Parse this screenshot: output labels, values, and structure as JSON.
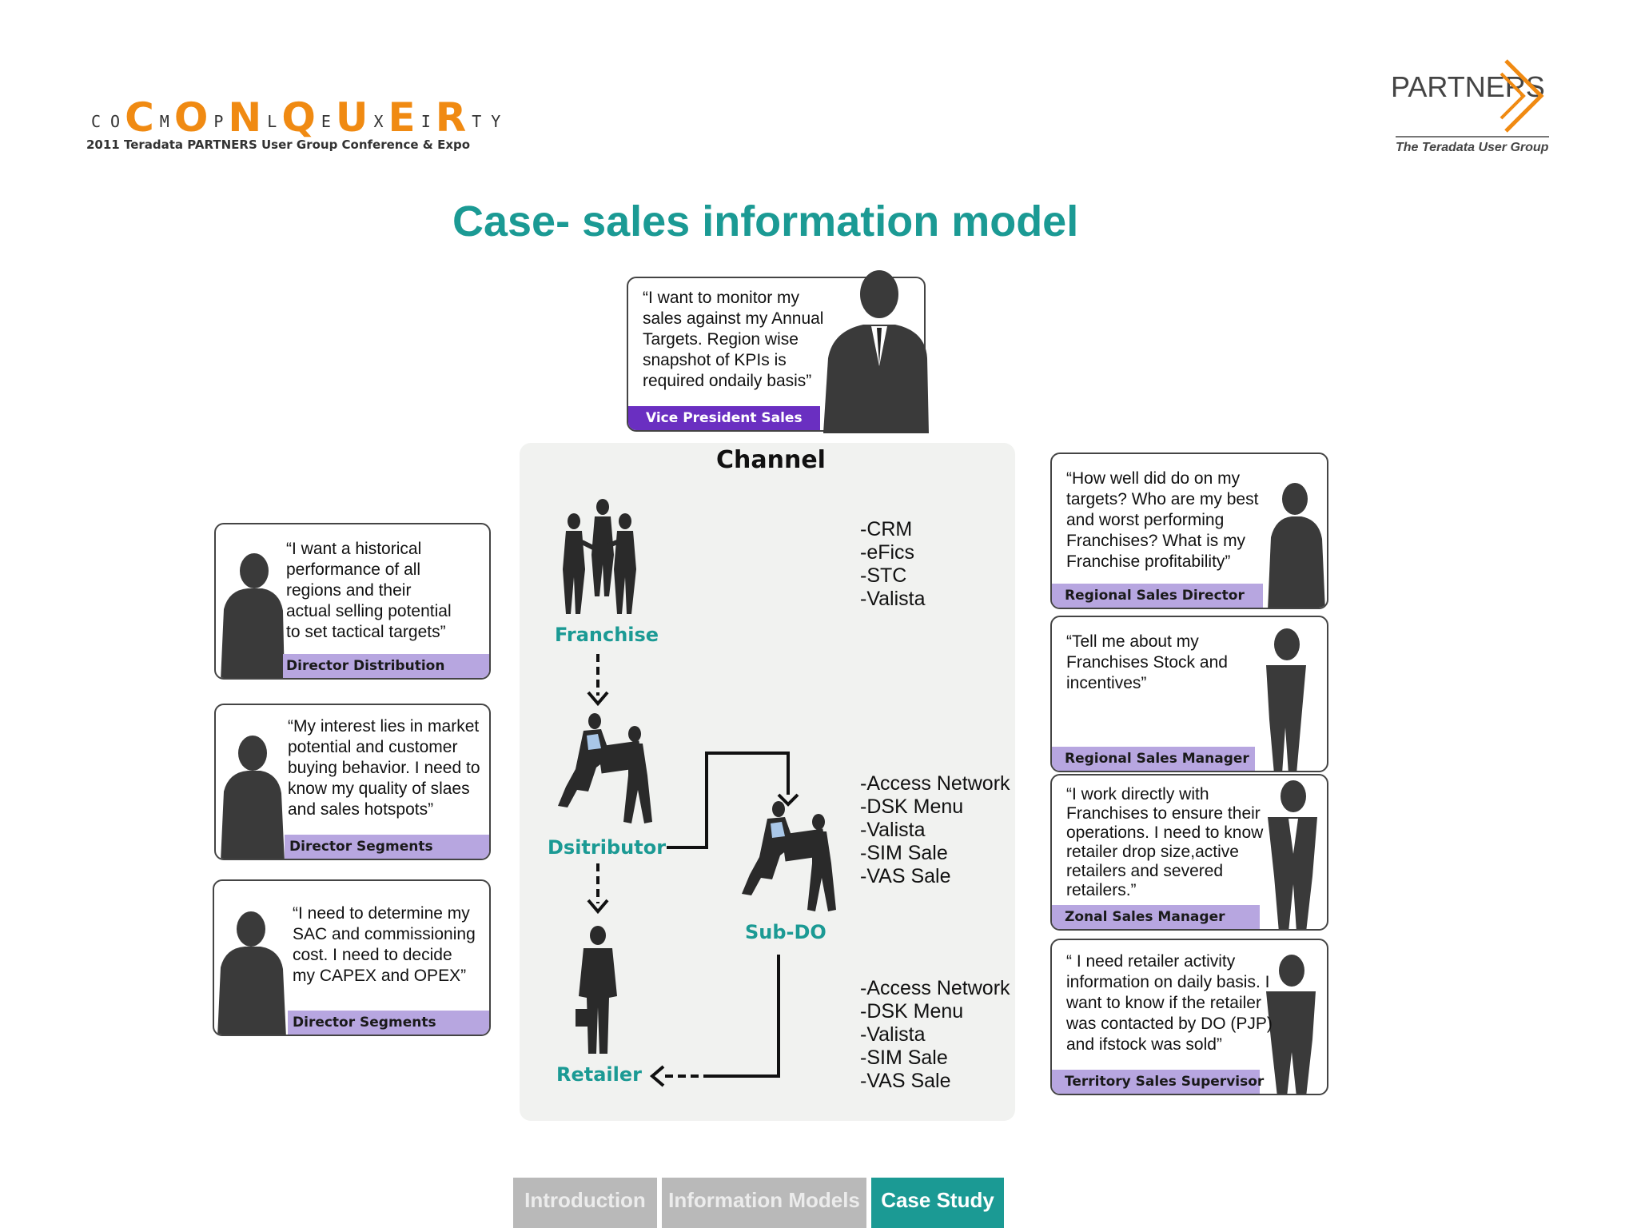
{
  "header": {
    "conquer_letters": [
      {
        "t": "C",
        "big": false
      },
      {
        "t": "O",
        "big": false
      },
      {
        "t": "C",
        "big": true
      },
      {
        "t": "M",
        "big": false
      },
      {
        "t": "O",
        "big": true
      },
      {
        "t": "P",
        "big": false
      },
      {
        "t": "N",
        "big": true
      },
      {
        "t": "L",
        "big": false
      },
      {
        "t": "Q",
        "big": true
      },
      {
        "t": "E",
        "big": false
      },
      {
        "t": "U",
        "big": true
      },
      {
        "t": "X",
        "big": false
      },
      {
        "t": "E",
        "big": true
      },
      {
        "t": "I",
        "big": false
      },
      {
        "t": "R",
        "big": true
      },
      {
        "t": "T",
        "big": false
      },
      {
        "t": "Y",
        "big": false
      }
    ],
    "conquer_subtitle": "2011 Teradata PARTNERS User Group Conference & Expo",
    "partners_name": "PARTNERS",
    "partners_tagline": "The Teradata User Group"
  },
  "title": "Case- sales information model",
  "cards": {
    "vp": {
      "quote": "“I want to monitor my\nsales against my Annual\nTargets. Region wise\nsnapshot of KPIs is\nrequired ondaily basis”",
      "role": "Vice President Sales"
    },
    "dir_dist": {
      "quote": "“I want a historical\nperformance of all\nregions and their\nactual selling potential\nto set tactical targets”",
      "role": "Director Distribution"
    },
    "dir_seg1": {
      "quote": "“My interest lies in market\npotential and customer\nbuying behavior. I need to\nknow my quality of slaes\nand sales hotspots”",
      "role": "Director Segments"
    },
    "dir_seg2": {
      "quote": "“I need to determine my\nSAC and commissioning\ncost. I need to decide\nmy CAPEX and OPEX”",
      "role": "Director Segments"
    },
    "rsd": {
      "quote": "“How well did do on my\ntargets? Who are my best\nand worst performing\nFranchises? What is my\nFranchise profitability”",
      "role": "Regional Sales Director"
    },
    "rsm": {
      "quote": "“Tell me about my\nFranchises Stock and\nincentives”",
      "role": "Regional Sales Manager"
    },
    "zsm": {
      "quote": "“I work directly with\nFranchises to ensure their\noperations. I need to know\nretailer drop size,active\nretailers and severed\nretailers.”",
      "role": "Zonal Sales Manager"
    },
    "tss": {
      "quote": "“ I need retailer activity\ninformation on daily basis. I\nwant to know if the retailer\nwas contacted by DO (PJP)\nand ifstock was sold”",
      "role": "Territory Sales Supervisor"
    }
  },
  "channel": {
    "title": "Channel",
    "nodes": {
      "franchise": "Franchise",
      "distributor": "Dsitributor",
      "subdo": "Sub-DO",
      "retailer": "Retailer"
    },
    "systems": {
      "franchise": "-CRM\n-eFics\n-STC\n-Valista",
      "distributor": "-Access Network\n-DSK Menu\n-Valista\n-SIM Sale\n-VAS Sale",
      "retailer": "-Access Network\n-DSK Menu\n-Valista\n-SIM Sale\n-VAS Sale"
    }
  },
  "tabs": [
    {
      "label": "Introduction",
      "active": false
    },
    {
      "label": "Information Models",
      "active": false
    },
    {
      "label": "Case Study",
      "active": true
    }
  ],
  "colors": {
    "title_teal": "#1b9a94",
    "conquer_orange": "#f08a12",
    "role_band": "#b7a6e0",
    "vp_band": "#6a2fc1",
    "tab_inactive": "#b9b9b9"
  }
}
